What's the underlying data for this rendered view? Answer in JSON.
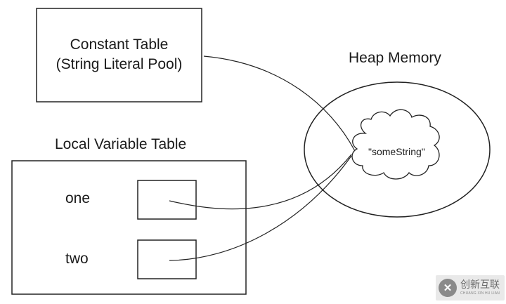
{
  "constant_table": {
    "line1": "Constant Table",
    "line2": "(String Literal Pool)"
  },
  "heap": {
    "title": "Heap Memory",
    "object_label": "\"someString\""
  },
  "local_variable_table": {
    "title": "Local Variable Table",
    "variables": [
      "one",
      "two"
    ]
  },
  "watermark": {
    "logo_char": "✕",
    "text_cn": "创新互联",
    "text_en": "CHUANG XIN HU LIAN"
  },
  "colors": {
    "stroke": "#222222",
    "background": "#ffffff",
    "watermark_bg": "#e9e9e9"
  }
}
